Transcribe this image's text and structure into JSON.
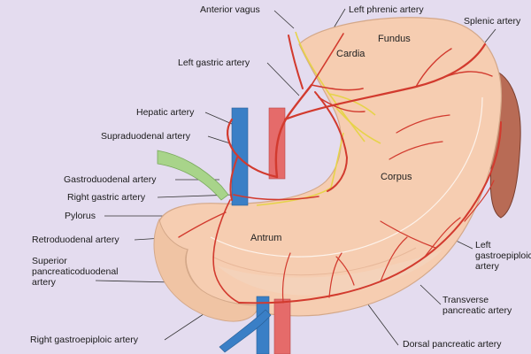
{
  "labels": {
    "anterior_vagus": "Anterior vagus",
    "left_phrenic_artery": "Left phrenic artery",
    "splenic_artery": "Splenic artery",
    "left_gastric_artery": "Left gastric artery",
    "hepatic_artery": "Hepatic artery",
    "supraduodenal_artery": "Supraduodenal artery",
    "gastroduodenal_artery": "Gastroduodenal artery",
    "right_gastric_artery": "Right gastric artery",
    "pylorus": "Pylorus",
    "retroduodenal_artery": "Retroduodenal artery",
    "superior_pancreaticoduodenal_artery": "Superior pancreaticoduodenal artery",
    "right_gastroepiploic_artery": "Right gastroepiploic artery",
    "left_gastroepiploic_artery": "Left gastroepiploic artery",
    "transverse_pancreatic_artery": "Transverse pancreatic artery",
    "dorsal_pancreatic_artery": "Dorsal pancreatic artery"
  },
  "regions": {
    "fundus": "Fundus",
    "cardia": "Cardia",
    "corpus": "Corpus",
    "antrum": "Antrum"
  },
  "colors": {
    "background": "#e4dcef",
    "stomach": "#f6cdb1",
    "artery": "#d23a2e",
    "vein": "#3a7fc6",
    "nerve": "#e6d34a",
    "spleen": "#b86b55",
    "bile_duct": "#a8d48a"
  }
}
